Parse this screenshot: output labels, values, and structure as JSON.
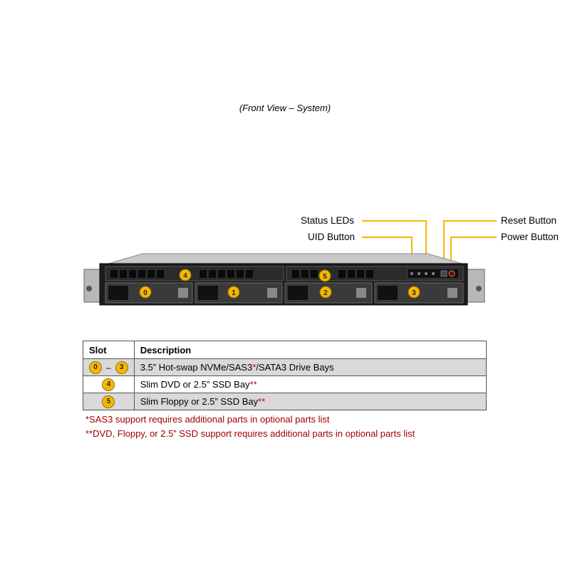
{
  "caption": "(Front View – System)",
  "callouts": {
    "status_leds": "Status LEDs",
    "uid_button": "UID Button",
    "reset_button": "Reset Button",
    "power_button": "Power Button"
  },
  "bay_badges": [
    "0",
    "1",
    "2",
    "3",
    "4",
    "5"
  ],
  "table": {
    "headers": {
      "slot": "Slot",
      "description": "Description"
    },
    "rows": [
      {
        "slot_from": "0",
        "slot_dash": "–",
        "slot_to": "3",
        "description": "3.5” Hot-swap NVMe/SAS3",
        "star": "*",
        "description_tail": "/SATA3 Drive Bays"
      },
      {
        "slot": "4",
        "description": "Slim DVD or 2.5” SSD Bay",
        "star": "**"
      },
      {
        "slot": "5",
        "description": "Slim Floppy or 2.5” SSD Bay",
        "star": "**"
      }
    ]
  },
  "footnotes": [
    "*SAS3 support requires additional parts in optional parts list",
    "**DVD, Floppy, or 2.5” SSD support requires additional parts in optional parts list"
  ],
  "colors": {
    "badge": "#f5b800",
    "callout_line": "#f5b800",
    "footnote": "#a00000",
    "shaded_row": "#d9d9d9"
  }
}
